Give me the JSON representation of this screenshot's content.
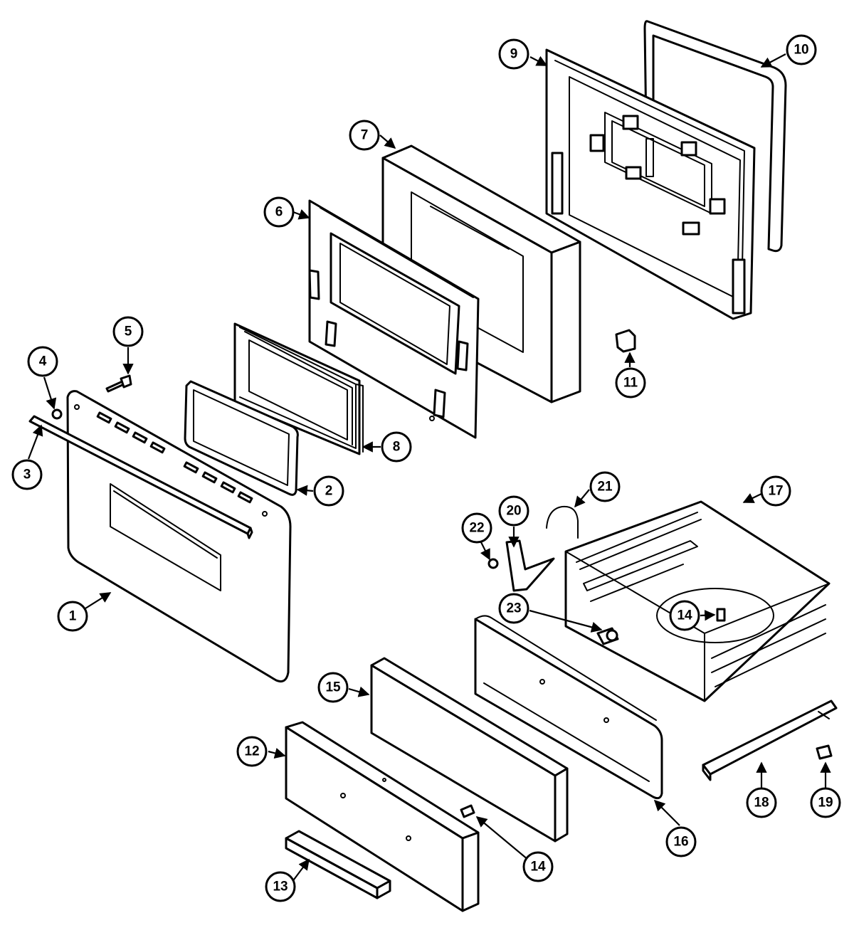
{
  "diagram": {
    "callouts": [
      {
        "label": "1"
      },
      {
        "label": "2"
      },
      {
        "label": "3"
      },
      {
        "label": "4"
      },
      {
        "label": "5"
      },
      {
        "label": "6"
      },
      {
        "label": "7"
      },
      {
        "label": "8"
      },
      {
        "label": "9"
      },
      {
        "label": "10"
      },
      {
        "label": "11"
      },
      {
        "label": "12"
      },
      {
        "label": "13"
      },
      {
        "label": "14"
      },
      {
        "label": "14"
      },
      {
        "label": "15"
      },
      {
        "label": "16"
      },
      {
        "label": "17"
      },
      {
        "label": "18"
      },
      {
        "label": "19"
      },
      {
        "label": "20"
      },
      {
        "label": "21"
      },
      {
        "label": "22"
      },
      {
        "label": "23"
      }
    ]
  }
}
